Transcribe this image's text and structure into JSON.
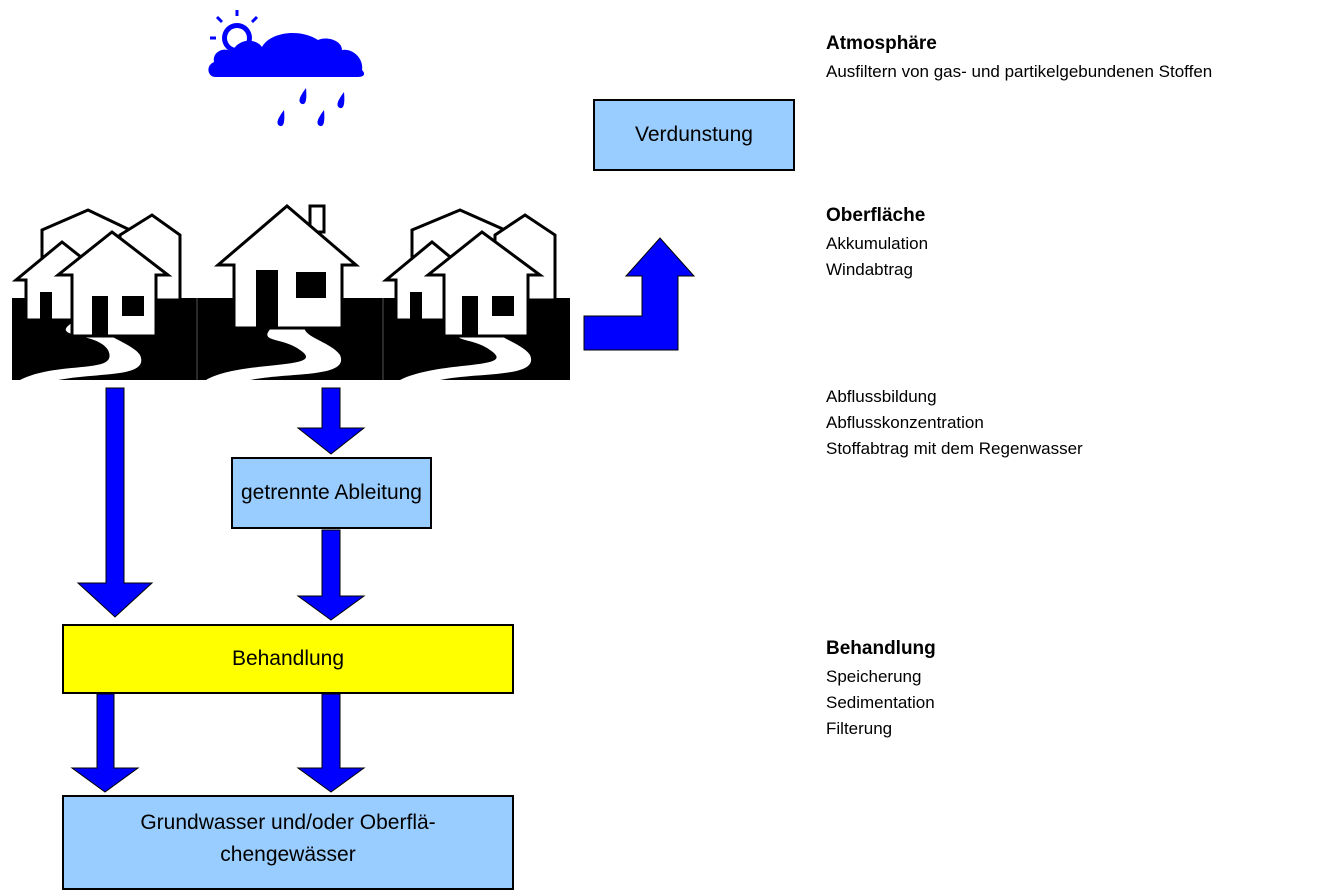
{
  "diagram": {
    "nodes": {
      "evaporation": "Verdunstung",
      "separate_drainage": "getrennte Ableitung",
      "treatment": "Behandlung",
      "receiving_water_line1": "Grundwasser und/oder Oberflä-",
      "receiving_water_line2": "chengewässer"
    },
    "icons": [
      "sun-cloud-rain-icon",
      "houses-icon",
      "arrow-down-icon",
      "arrow-up-icon"
    ],
    "colors": {
      "arrow": "#0000ff",
      "box_blue": "#99ccff",
      "box_yellow": "#ffff00"
    }
  },
  "legend": {
    "atmosphere": {
      "heading": "Atmosphäre",
      "text": "Ausfiltern von gas- und partikelgebundenen Stoffen"
    },
    "surface": {
      "heading": "Oberfläche",
      "items": [
        "Akkumulation",
        "Windabtrag"
      ]
    },
    "runoff": {
      "items": [
        "Abflussbildung",
        "Abflusskonzentration",
        "Stoffabtrag mit dem Regenwasser"
      ]
    },
    "treatment": {
      "heading": "Behandlung",
      "items": [
        "Speicherung",
        "Sedimentation",
        "Filterung"
      ]
    }
  }
}
